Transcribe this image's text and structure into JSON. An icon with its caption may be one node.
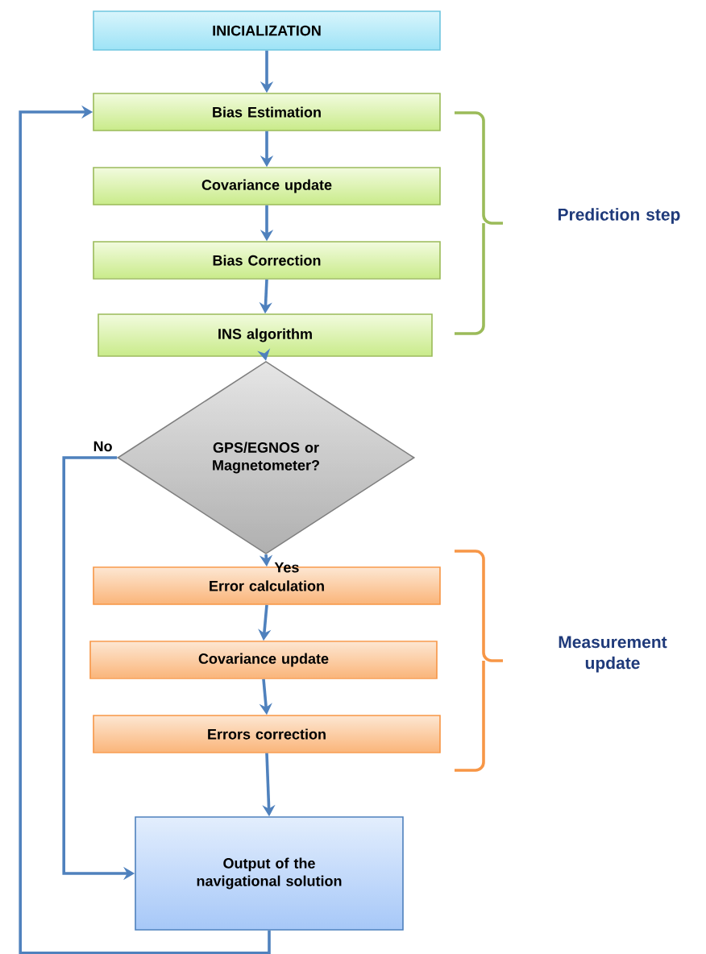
{
  "diagram": {
    "nodes": [
      {
        "text": [
          "INICIALIZATION"
        ]
      },
      {
        "text": [
          "Bias Estimation"
        ]
      },
      {
        "text": [
          "Covariance update"
        ]
      },
      {
        "text": [
          "Bias Correction"
        ]
      },
      {
        "text": [
          "INS algorithm"
        ]
      },
      {
        "text": [
          "GPS/EGNOS or Magnetometer?"
        ]
      },
      {
        "text": [
          "Error calculation"
        ]
      },
      {
        "text": [
          "Covariance update"
        ]
      },
      {
        "text": [
          "Errors correction"
        ]
      },
      {
        "text": [
          "Output of the navigational solution"
        ]
      }
    ],
    "edges": [
      {
        "from": 0,
        "to": 1,
        "arrow": "to"
      },
      {
        "from": 1,
        "to": 2,
        "arrow": "to"
      },
      {
        "from": 2,
        "to": 3,
        "arrow": "to"
      },
      {
        "from": 3,
        "to": 4,
        "arrow": "to"
      },
      {
        "from": 4,
        "to": 5,
        "arrow": "to"
      },
      {
        "from": 5,
        "to": 6,
        "arrow": "to",
        "label": "Yes"
      },
      {
        "from": 5,
        "to": 9,
        "arrow": "to",
        "label": "No"
      },
      {
        "from": 6,
        "to": 7,
        "arrow": "to"
      },
      {
        "from": 7,
        "to": 8,
        "arrow": "to"
      },
      {
        "from": 8,
        "to": 9,
        "arrow": "to"
      },
      {
        "from": 9,
        "to": 1,
        "arrow": "to"
      }
    ],
    "labels": [
      "Prediction step",
      "Measurement update"
    ]
  }
}
